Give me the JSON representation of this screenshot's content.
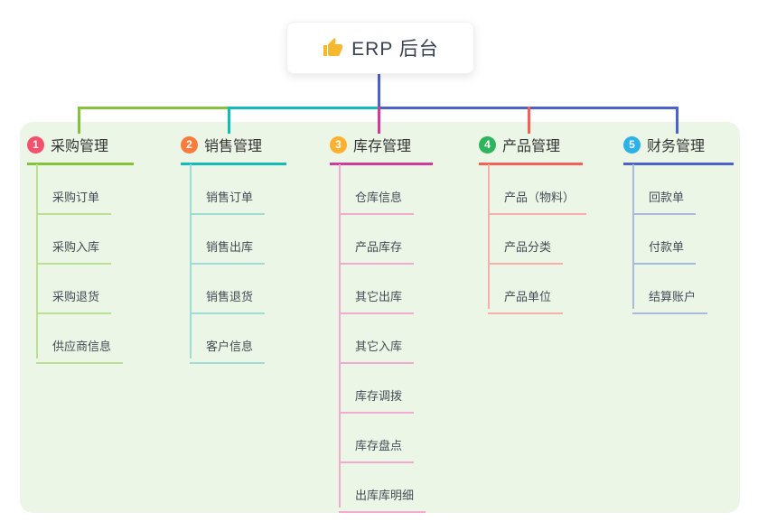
{
  "root": {
    "label": "ERP 后台",
    "icon": "thumbs-up-icon",
    "icon_color": "#f5b82e"
  },
  "panel": {
    "background": "#ebf6e6"
  },
  "branches": [
    {
      "number": "1",
      "title": "采购管理",
      "line_color": "#85c13d",
      "child_line_color": "#bce093",
      "badge_color": "#f4516c",
      "children": [
        "采购订单",
        "采购入库",
        "采购退货",
        "供应商信息"
      ]
    },
    {
      "number": "2",
      "title": "销售管理",
      "line_color": "#12bdb9",
      "child_line_color": "#9edcd8",
      "badge_color": "#f87d3c",
      "children": [
        "销售订单",
        "销售出库",
        "销售退货",
        "客户信息"
      ]
    },
    {
      "number": "3",
      "title": "库存管理",
      "line_color": "#d1399a",
      "child_line_color": "#f0abd0",
      "badge_color": "#ffb02e",
      "children": [
        "仓库信息",
        "产品库存",
        "其它出库",
        "其它入库",
        "库存调拨",
        "库存盘点",
        "出库库明细"
      ]
    },
    {
      "number": "4",
      "title": "产品管理",
      "line_color": "#f45f58",
      "child_line_color": "#f9aeaa",
      "badge_color": "#2eb55c",
      "children": [
        "产品（物料）",
        "产品分类",
        "产品单位"
      ]
    },
    {
      "number": "5",
      "title": "财务管理",
      "line_color": "#4a62c9",
      "child_line_color": "#aabade",
      "badge_color": "#2eb0e8",
      "children": [
        "回款单",
        "付款单",
        "结算账户"
      ]
    }
  ]
}
